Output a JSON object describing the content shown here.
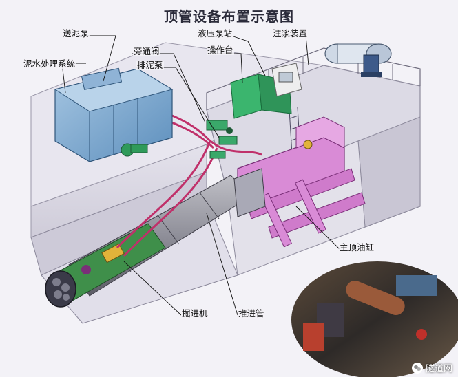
{
  "title": "顶管设备布置示意图",
  "labels": {
    "mud_feed_pump": "送泥泵",
    "slurry_treatment": "泥水处理系统",
    "bypass_valve": "旁通阀",
    "mud_discharge_pump": "排泥泵",
    "hydraulic_station": "液压泵站",
    "console": "操作台",
    "grouting_device": "注浆装置",
    "main_jack": "主顶油缸",
    "tunneling_machine": "掘进机",
    "jacking_pipe": "推进管"
  },
  "watermark": "隧道网",
  "colors": {
    "concrete": "#d9d7e2",
    "tank_blue": "#7fa9cf",
    "pink_frame": "#d98bd6",
    "console_green": "#3bb56e",
    "pipe_red": "#c0306a",
    "tunnel_green": "#3f8f4a"
  }
}
